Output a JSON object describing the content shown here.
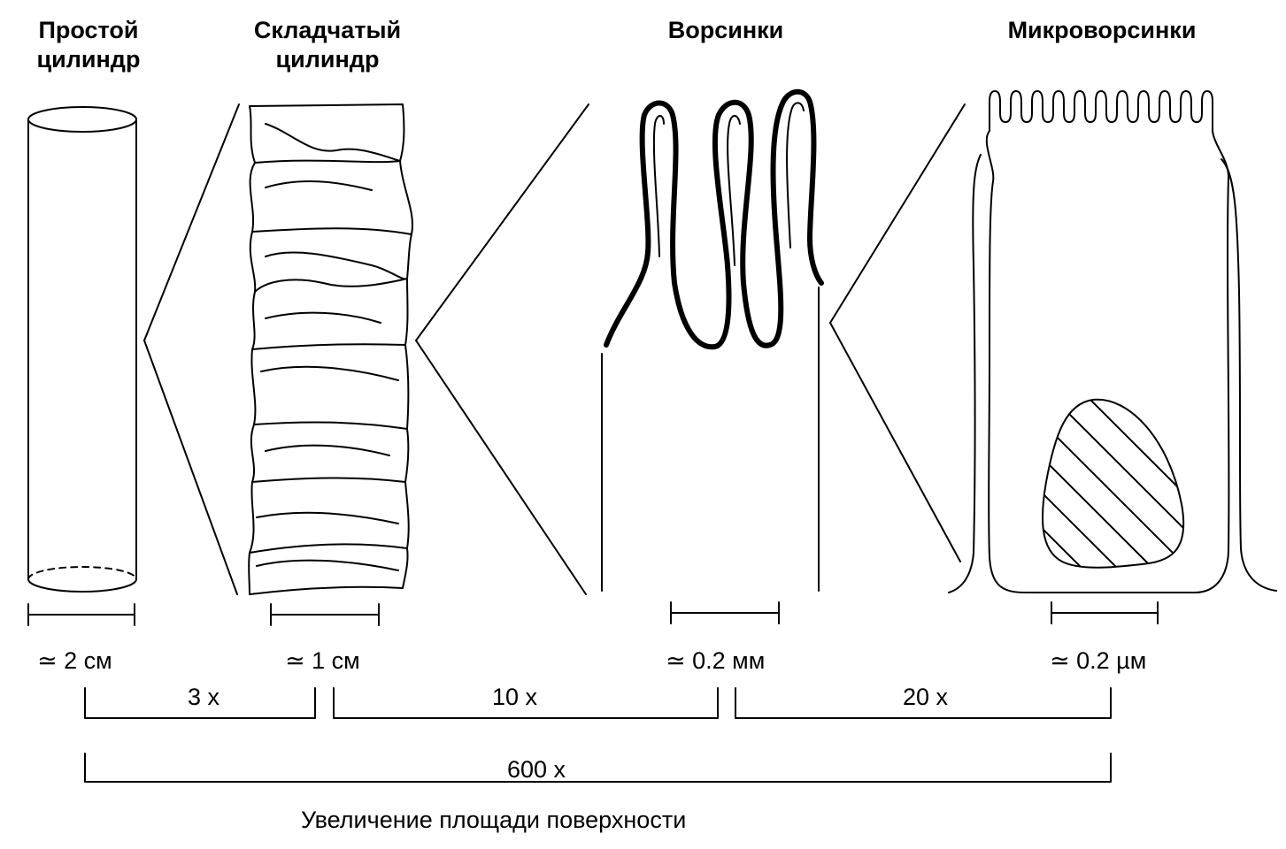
{
  "headings": {
    "simple_line1": "Простой",
    "simple_line2": "цилиндр",
    "folded_line1": "Складчатый",
    "folded_line2": "цилиндр",
    "villi": "Ворсинки",
    "microvilli": "Микроворсинки"
  },
  "scales": {
    "simple": "≃ 2 см",
    "folded": "≃ 1 см",
    "villi": "≃ 0.2 мм",
    "microvilli": "≃ 0.2 µм"
  },
  "factors": {
    "step1": "3 x",
    "step2": "10 x",
    "step3": "20 x",
    "total": "600 x"
  },
  "caption": "Увеличение площади поверхности"
}
